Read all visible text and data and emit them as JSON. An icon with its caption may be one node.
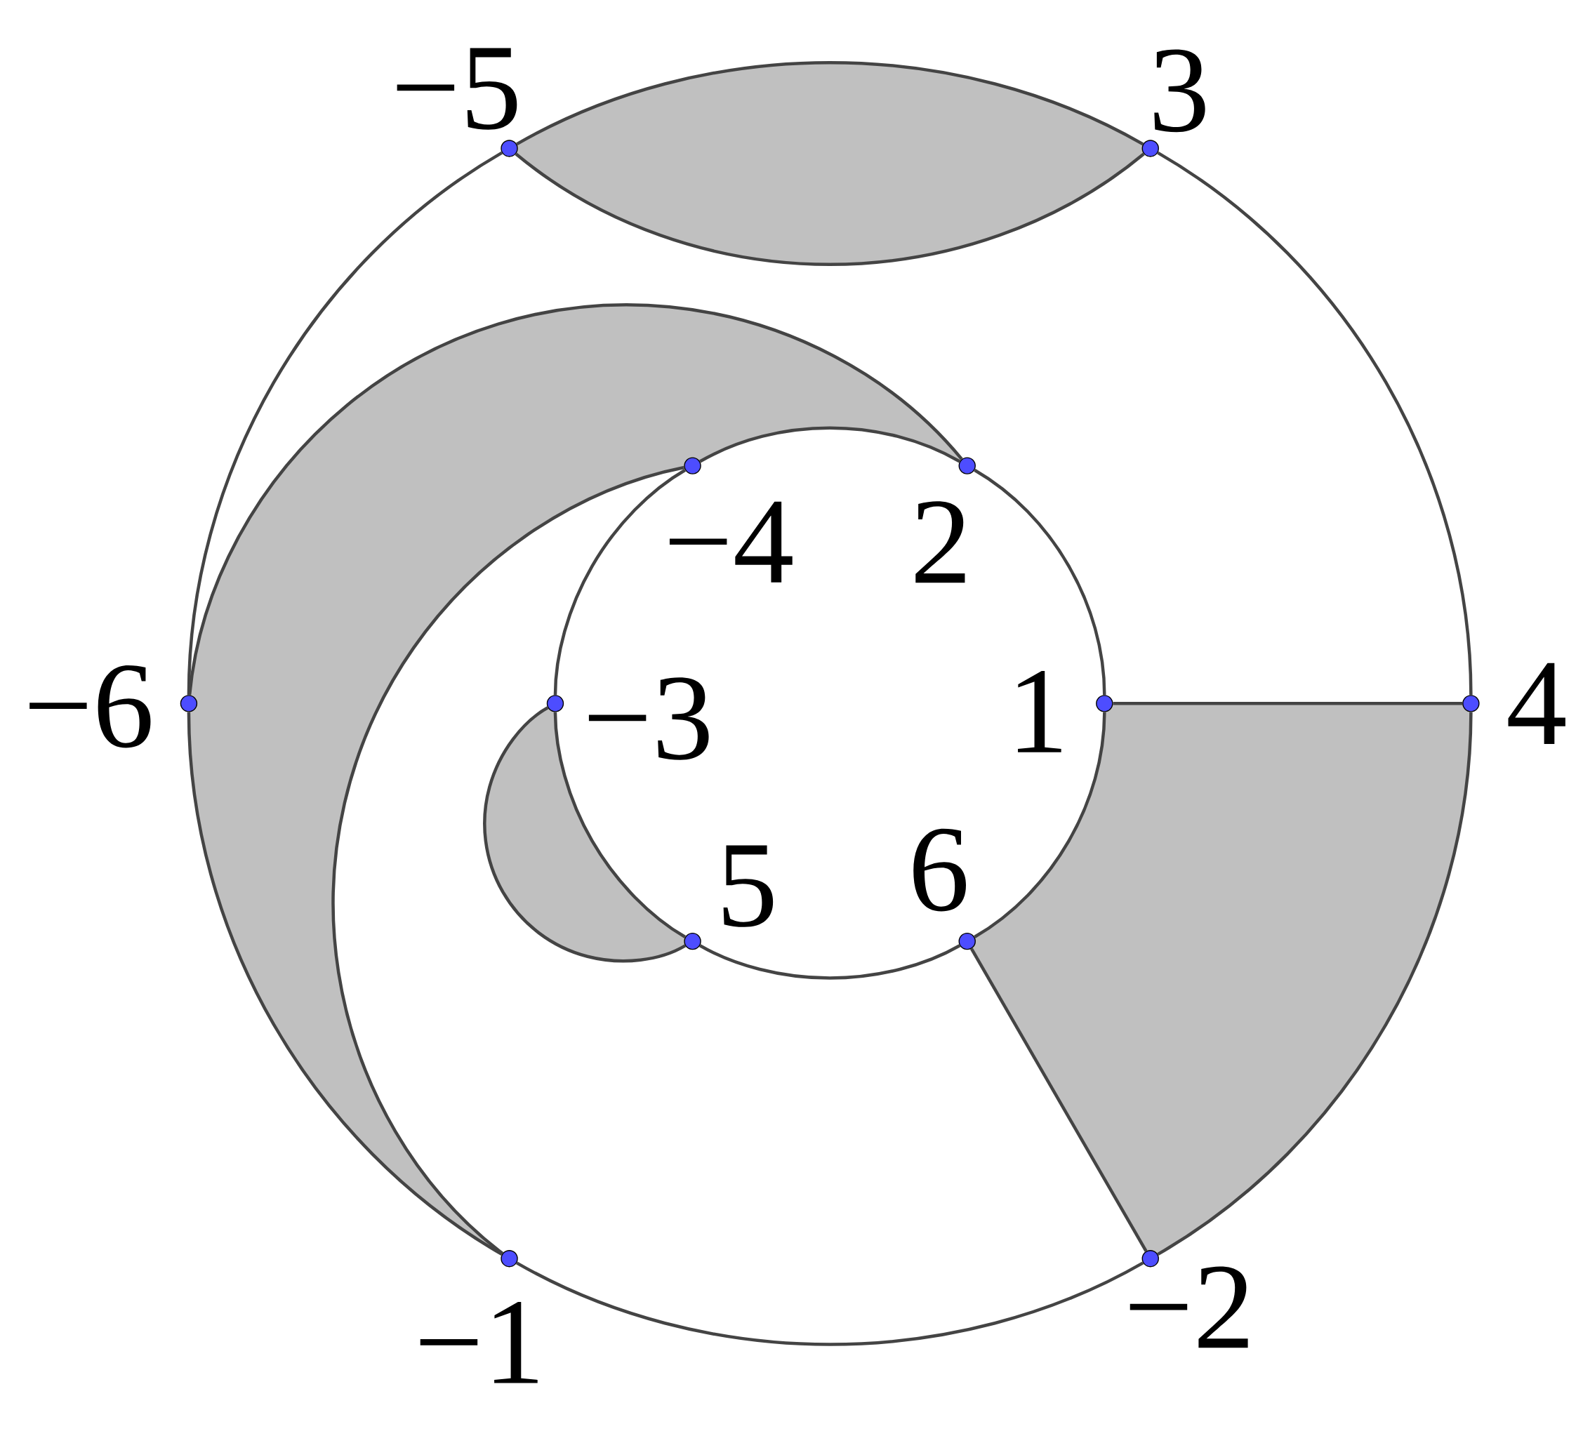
{
  "diagram": {
    "nodes": [
      {
        "text": [],
        "shape": "circle",
        "beside": [
          "−5"
        ]
      },
      {
        "text": [],
        "shape": "circle",
        "beside": [
          "3"
        ]
      },
      {
        "text": [],
        "shape": "circle",
        "beside": [
          "−4"
        ]
      },
      {
        "text": [],
        "shape": "circle",
        "beside": [
          "2"
        ]
      },
      {
        "text": [],
        "shape": "circle",
        "beside": [
          "−6"
        ]
      },
      {
        "text": [],
        "shape": "circle",
        "beside": [
          "−3"
        ]
      },
      {
        "text": [],
        "shape": "circle",
        "beside": [
          "1"
        ]
      },
      {
        "text": [],
        "shape": "circle",
        "beside": [
          "4"
        ]
      },
      {
        "text": [],
        "shape": "circle",
        "beside": [
          "5"
        ]
      },
      {
        "text": [],
        "shape": "circle",
        "beside": [
          "6"
        ]
      },
      {
        "text": [],
        "shape": "circle",
        "beside": [
          "−1"
        ]
      },
      {
        "text": [],
        "shape": "circle",
        "beside": [
          "−2"
        ]
      }
    ],
    "edges": [
      {
        "from": 0,
        "to": 1,
        "arrow": "none"
      },
      {
        "from": 1,
        "to": 7,
        "arrow": "none"
      },
      {
        "from": 7,
        "to": 11,
        "arrow": "none"
      },
      {
        "from": 11,
        "to": 10,
        "arrow": "none"
      },
      {
        "from": 10,
        "to": 4,
        "arrow": "none"
      },
      {
        "from": 4,
        "to": 0,
        "arrow": "none"
      },
      {
        "from": 0,
        "to": 1,
        "arrow": "none"
      },
      {
        "from": 3,
        "to": 2,
        "arrow": "none"
      },
      {
        "from": 2,
        "to": 5,
        "arrow": "none"
      },
      {
        "from": 5,
        "to": 8,
        "arrow": "none"
      },
      {
        "from": 8,
        "to": 9,
        "arrow": "none"
      },
      {
        "from": 9,
        "to": 6,
        "arrow": "none"
      },
      {
        "from": 6,
        "to": 3,
        "arrow": "none"
      },
      {
        "from": 6,
        "to": 7,
        "arrow": "none"
      },
      {
        "from": 9,
        "to": 11,
        "arrow": "none"
      },
      {
        "from": 5,
        "to": 8,
        "arrow": "none"
      },
      {
        "from": 2,
        "to": 10,
        "arrow": "none"
      },
      {
        "from": 4,
        "to": 3,
        "arrow": "none"
      }
    ]
  }
}
